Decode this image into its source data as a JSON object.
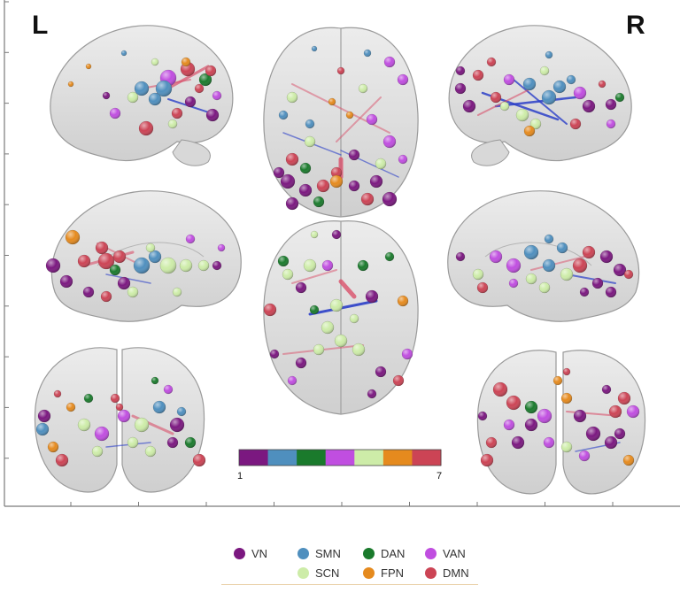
{
  "labels": {
    "left": "L",
    "right": "R"
  },
  "colorbar": {
    "min_label": "1",
    "max_label": "7",
    "colors": [
      "#7b1880",
      "#4f8fbe",
      "#1a7a2c",
      "#c04ee0",
      "#cdeca8",
      "#e58a1e",
      "#cc4455"
    ]
  },
  "legend": [
    {
      "name": "VN",
      "color": "#7b1880"
    },
    {
      "name": "SMN",
      "color": "#4f8fbe"
    },
    {
      "name": "DAN",
      "color": "#1a7a2c"
    },
    {
      "name": "VAN",
      "color": "#c04ee0"
    },
    {
      "name": "SCN",
      "color": "#cdeca8"
    },
    {
      "name": "FPN",
      "color": "#e58a1e"
    },
    {
      "name": "DMN",
      "color": "#cc4455"
    }
  ],
  "views": [
    {
      "name": "left-lateral-view"
    },
    {
      "name": "dorsal-view"
    },
    {
      "name": "right-lateral-view"
    },
    {
      "name": "left-medial-view"
    },
    {
      "name": "ventral-view"
    },
    {
      "name": "right-medial-view"
    },
    {
      "name": "posterior-view"
    },
    {
      "name": "anterior-view"
    }
  ]
}
